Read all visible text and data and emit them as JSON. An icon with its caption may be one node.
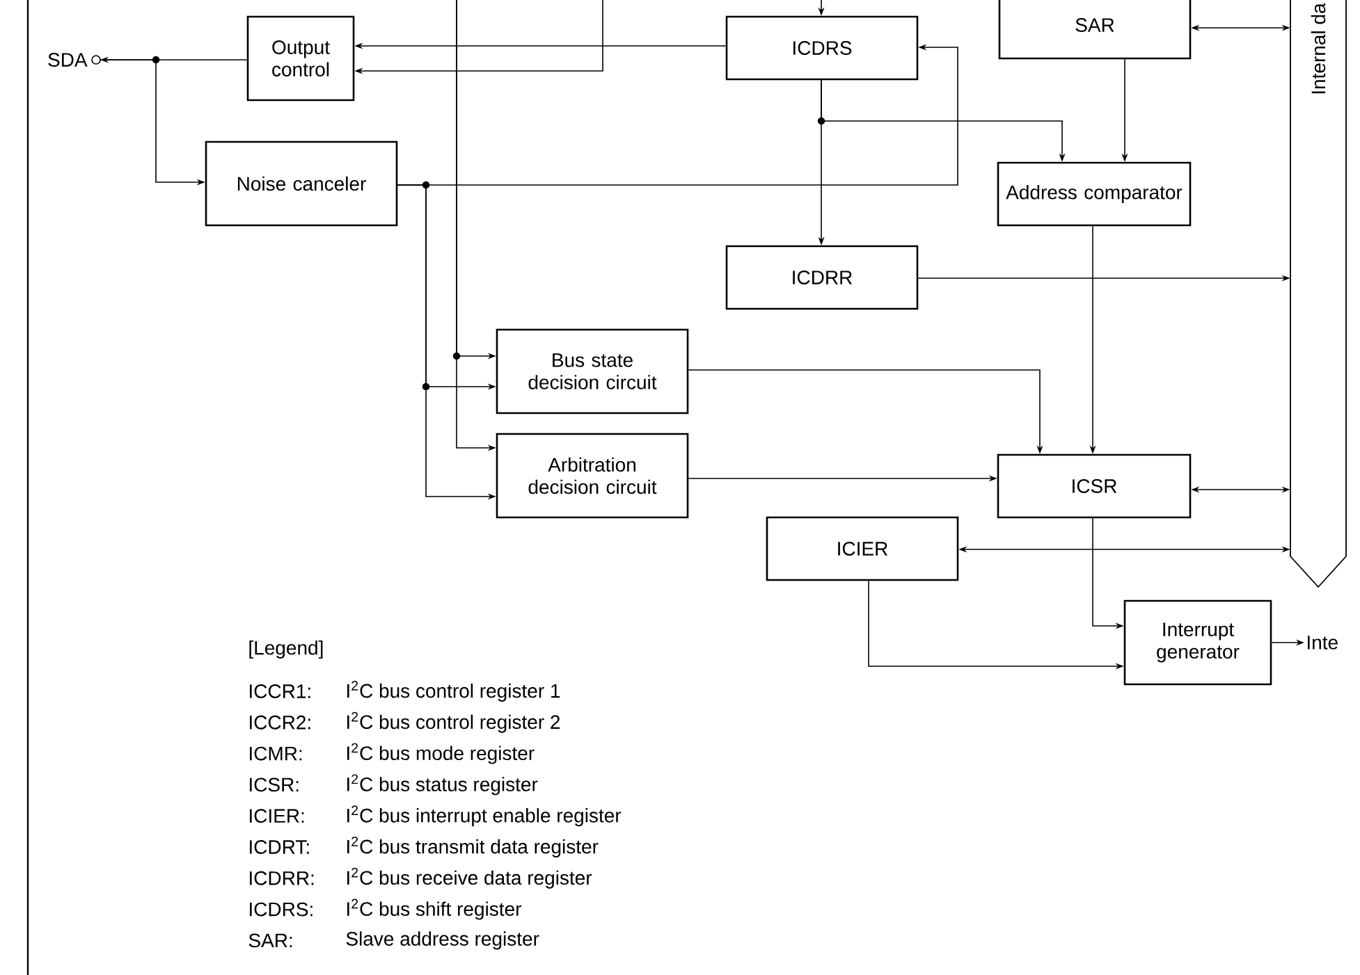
{
  "diagram": {
    "nodes": [
      {
        "text": [
          "SDA"
        ]
      },
      {
        "text": [
          "Output control"
        ]
      },
      {
        "text": [
          "Noise canceler"
        ]
      },
      {
        "text": [
          "ICDRS"
        ]
      },
      {
        "text": [
          "SAR"
        ]
      },
      {
        "text": [
          "Internal da"
        ]
      },
      {
        "text": [
          "Address comparator"
        ]
      },
      {
        "text": [
          "ICDRR"
        ]
      },
      {
        "text": [
          "Bus state decision circuit"
        ]
      },
      {
        "text": [
          "Arbitration decision circuit"
        ]
      },
      {
        "text": [
          "ICSR"
        ]
      },
      {
        "text": [
          "ICIER"
        ]
      },
      {
        "text": [
          "Interrupt generator"
        ]
      },
      {
        "text": [
          "Inte"
        ]
      }
    ],
    "edges": [
      {
        "from": 1,
        "to": 0,
        "arrow": "to"
      },
      {
        "from": 0,
        "to": 2,
        "arrow": "to"
      },
      {
        "from": 3,
        "to": 1,
        "arrow": "to"
      },
      {
        "from": null,
        "to": 1,
        "arrow": "to"
      },
      {
        "from": null,
        "to": 8,
        "arrow": "to"
      },
      {
        "from": null,
        "to": 9,
        "arrow": "to"
      },
      {
        "from": null,
        "to": 3,
        "arrow": "to"
      },
      {
        "from": 2,
        "to": 3,
        "arrow": "to"
      },
      {
        "from": 2,
        "to": 8,
        "arrow": "to"
      },
      {
        "from": 2,
        "to": 9,
        "arrow": "to"
      },
      {
        "from": 3,
        "to": 7,
        "arrow": "to"
      },
      {
        "from": 3,
        "to": 6,
        "arrow": "to"
      },
      {
        "from": 4,
        "to": 6,
        "arrow": "to"
      },
      {
        "from": 4,
        "to": 5,
        "arrow": "both"
      },
      {
        "from": 7,
        "to": 5,
        "arrow": "to"
      },
      {
        "from": 6,
        "to": 10,
        "arrow": "to"
      },
      {
        "from": 8,
        "to": 10,
        "arrow": "to"
      },
      {
        "from": 9,
        "to": 10,
        "arrow": "to"
      },
      {
        "from": 10,
        "to": 5,
        "arrow": "both"
      },
      {
        "from": 11,
        "to": 5,
        "arrow": "both"
      },
      {
        "from": 10,
        "to": 12,
        "arrow": "to"
      },
      {
        "from": 11,
        "to": 12,
        "arrow": "to"
      },
      {
        "from": 12,
        "to": 13,
        "arrow": "to"
      }
    ],
    "labels": [
      "[Legend]",
      "ICCR1:",
      "I$^{2}$C bus control register 1",
      "ICCR2:",
      "I$^{2}$C bus control register 2",
      "ICMR:",
      "I$^{2}$C bus mode register",
      "ICSR:",
      "I$^{2}$C bus status register",
      "ICIER:",
      "I$^{2}$C bus interrupt enable register",
      "ICDRT:",
      "I$^{2}$C bus transmit data register",
      "ICDRR:",
      "I$^{2}$C bus receive data register",
      "ICDRS:",
      "I$^{2}$C bus shift register",
      "SAR:",
      "Slave address register"
    ]
  }
}
